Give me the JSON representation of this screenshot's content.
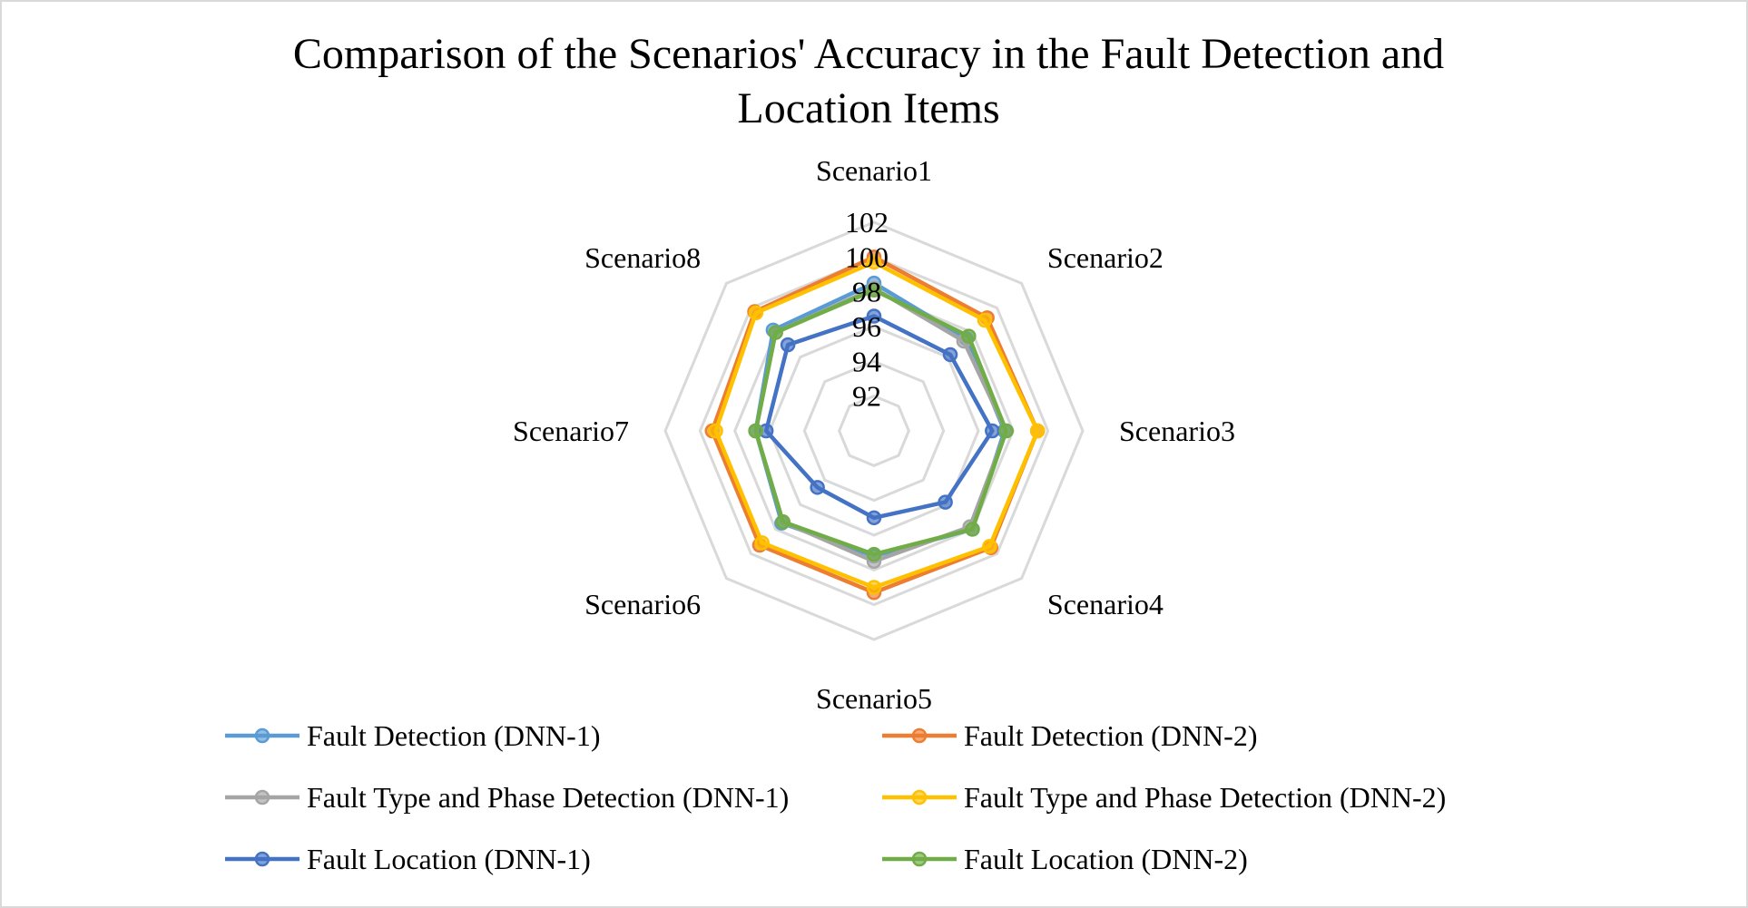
{
  "chart_data": {
    "type": "radar",
    "title": "Comparison of the Scenarios' Accuracy in the Fault Detection and Location Items",
    "title_lines": [
      "Comparison of the Scenarios' Accuracy in the Fault Detection and",
      "Location Items"
    ],
    "categories": [
      "Scenario1",
      "Scenario2",
      "Scenario3",
      "Scenario4",
      "Scenario5",
      "Scenario6",
      "Scenario7",
      "Scenario8"
    ],
    "rlim": [
      90,
      102
    ],
    "ticks": [
      92,
      94,
      96,
      98,
      100,
      102
    ],
    "grid": true,
    "legend_position": "bottom",
    "series": [
      {
        "name": "Fault Detection (DNN-1)",
        "color": "#5B9BD5",
        "values": [
          98.5,
          97.5,
          97.5,
          98.0,
          97.2,
          97.5,
          96.8,
          98.2
        ]
      },
      {
        "name": "Fault Detection (DNN-2)",
        "color": "#ED7D31",
        "values": [
          100.0,
          99.2,
          99.4,
          99.5,
          99.3,
          99.3,
          99.3,
          99.7
        ]
      },
      {
        "name": "Fault Type and Phase Detection (DNN-1)",
        "color": "#A5A5A5",
        "values": [
          98.2,
          97.3,
          97.6,
          97.8,
          97.5,
          97.4,
          96.8,
          98.0
        ]
      },
      {
        "name": "Fault Type and Phase Detection (DNN-2)",
        "color": "#FFC000",
        "values": [
          99.7,
          99.0,
          99.4,
          99.4,
          99.0,
          99.1,
          99.1,
          99.6
        ]
      },
      {
        "name": "Fault Location (DNN-1)",
        "color": "#4472C4",
        "values": [
          96.6,
          96.2,
          96.8,
          95.8,
          95.0,
          94.6,
          96.2,
          97.0
        ]
      },
      {
        "name": "Fault Location (DNN-2)",
        "color": "#70AD47",
        "values": [
          98.1,
          97.7,
          97.6,
          98.0,
          97.1,
          97.4,
          96.8,
          98.0
        ]
      }
    ]
  }
}
